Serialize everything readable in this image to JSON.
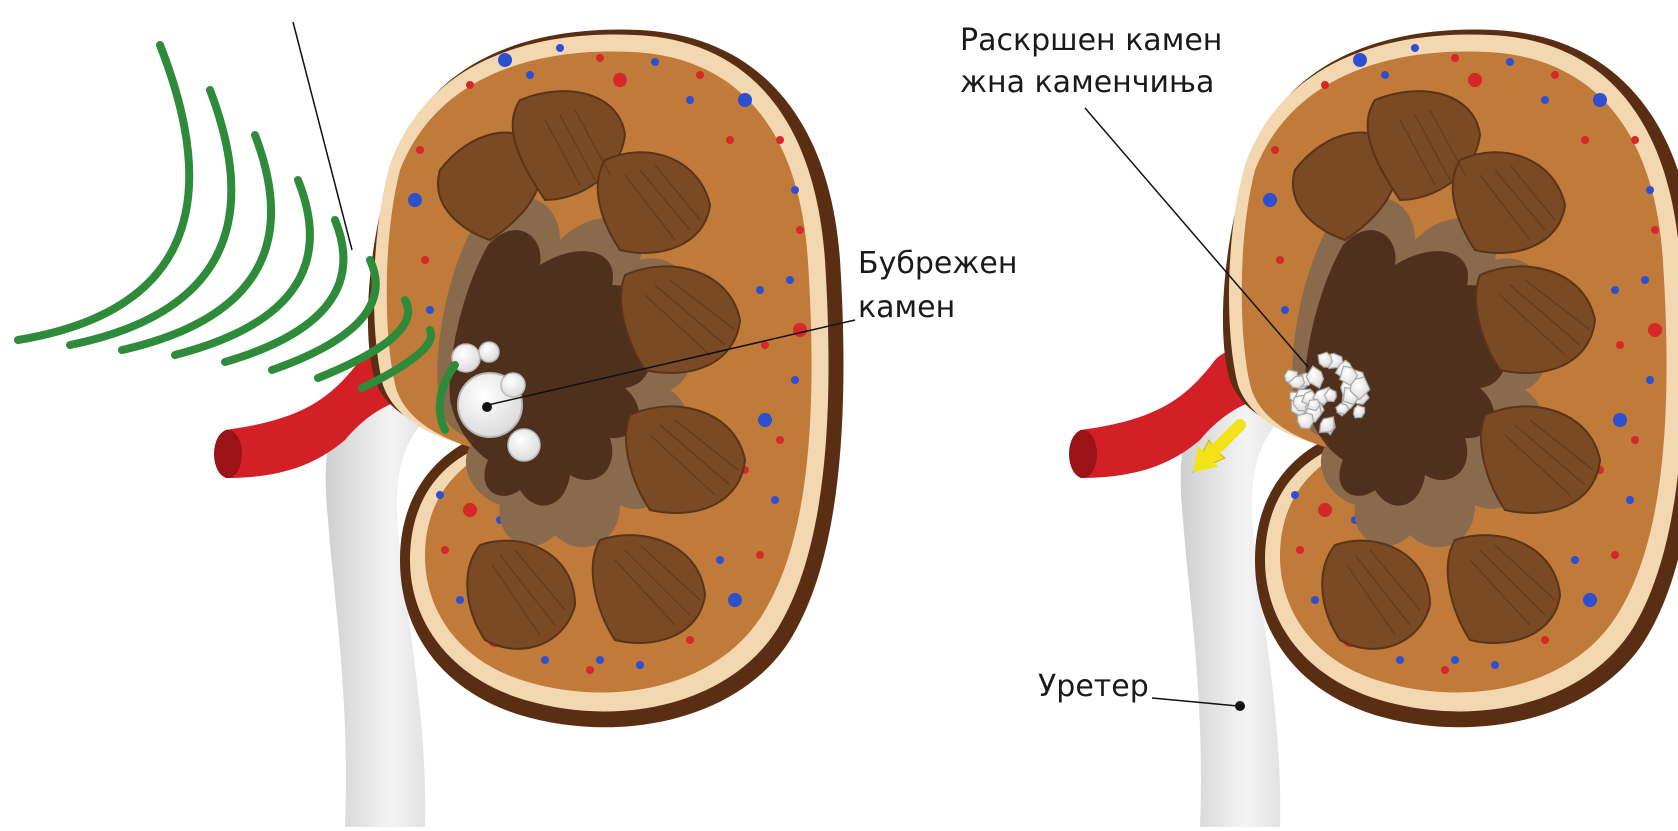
{
  "labels": {
    "left_kidney": {
      "stone": [
        "Бубрежен",
        "камен"
      ]
    },
    "right_kidney": {
      "crushed_stone": [
        "Раскршен камен",
        "жна каменчиња"
      ],
      "ureter": "Уретер"
    }
  },
  "colors": {
    "cortex": "#c07a3a",
    "capsule": "#f2d7b0",
    "capsule_edge": "#5a2e12",
    "pyramid": "#7a4a24",
    "pelvis": "#8a6a4c",
    "sinus_dark": "#3a1e0e",
    "artery": "#d32027",
    "ureter": "#e6e6e6",
    "shockwave": "#2e8b3a",
    "arrow": "#f2e21a",
    "stone": "#ffffff",
    "dot_red": "#d62828",
    "dot_blue": "#2e4fd0"
  },
  "icons": {
    "shockwave": "shockwave-arcs-icon",
    "flow_arrow": "arrow-down-left-icon"
  }
}
